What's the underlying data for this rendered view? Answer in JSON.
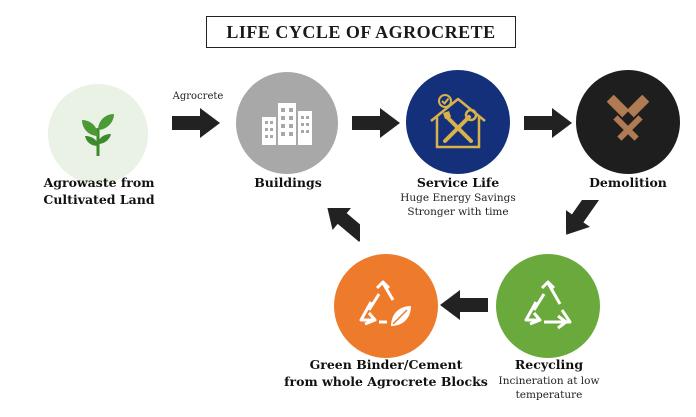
{
  "title": "LIFE CYCLE OF AGROCRETE",
  "nodes": {
    "agrowaste": {
      "label_line1": "Agrowaste from",
      "label_line2": "Cultivated Land",
      "icon": "sprout-icon",
      "color": "#e9f2e4"
    },
    "buildings": {
      "label": "Buildings",
      "icon": "buildings-icon",
      "color": "#a8a8a8"
    },
    "service_life": {
      "label": "Service Life",
      "sub_line1": "Huge Energy Savings",
      "sub_line2": "Stronger with time",
      "icon": "house-tools-icon",
      "color": "#14307a"
    },
    "demolition": {
      "label": "Demolition",
      "icon": "hammers-icon",
      "color": "#1e1e1e"
    },
    "recycling": {
      "label": "Recycling",
      "sub_line1": "Incineration at low",
      "sub_line2": "temperature",
      "icon": "recycle-icon",
      "color": "#6aaa3c"
    },
    "green_binder": {
      "label_line1": "Green Binder/Cement",
      "label_line2": "from whole Agrocrete Blocks",
      "icon": "recycle-leaf-icon",
      "color": "#ee7a2c"
    }
  },
  "arrows": {
    "agrowaste_to_buildings_label": "Agrocrete"
  },
  "colors": {
    "arrow": "#222222",
    "gold": "#d8b24a",
    "copper": "#b07a52"
  }
}
